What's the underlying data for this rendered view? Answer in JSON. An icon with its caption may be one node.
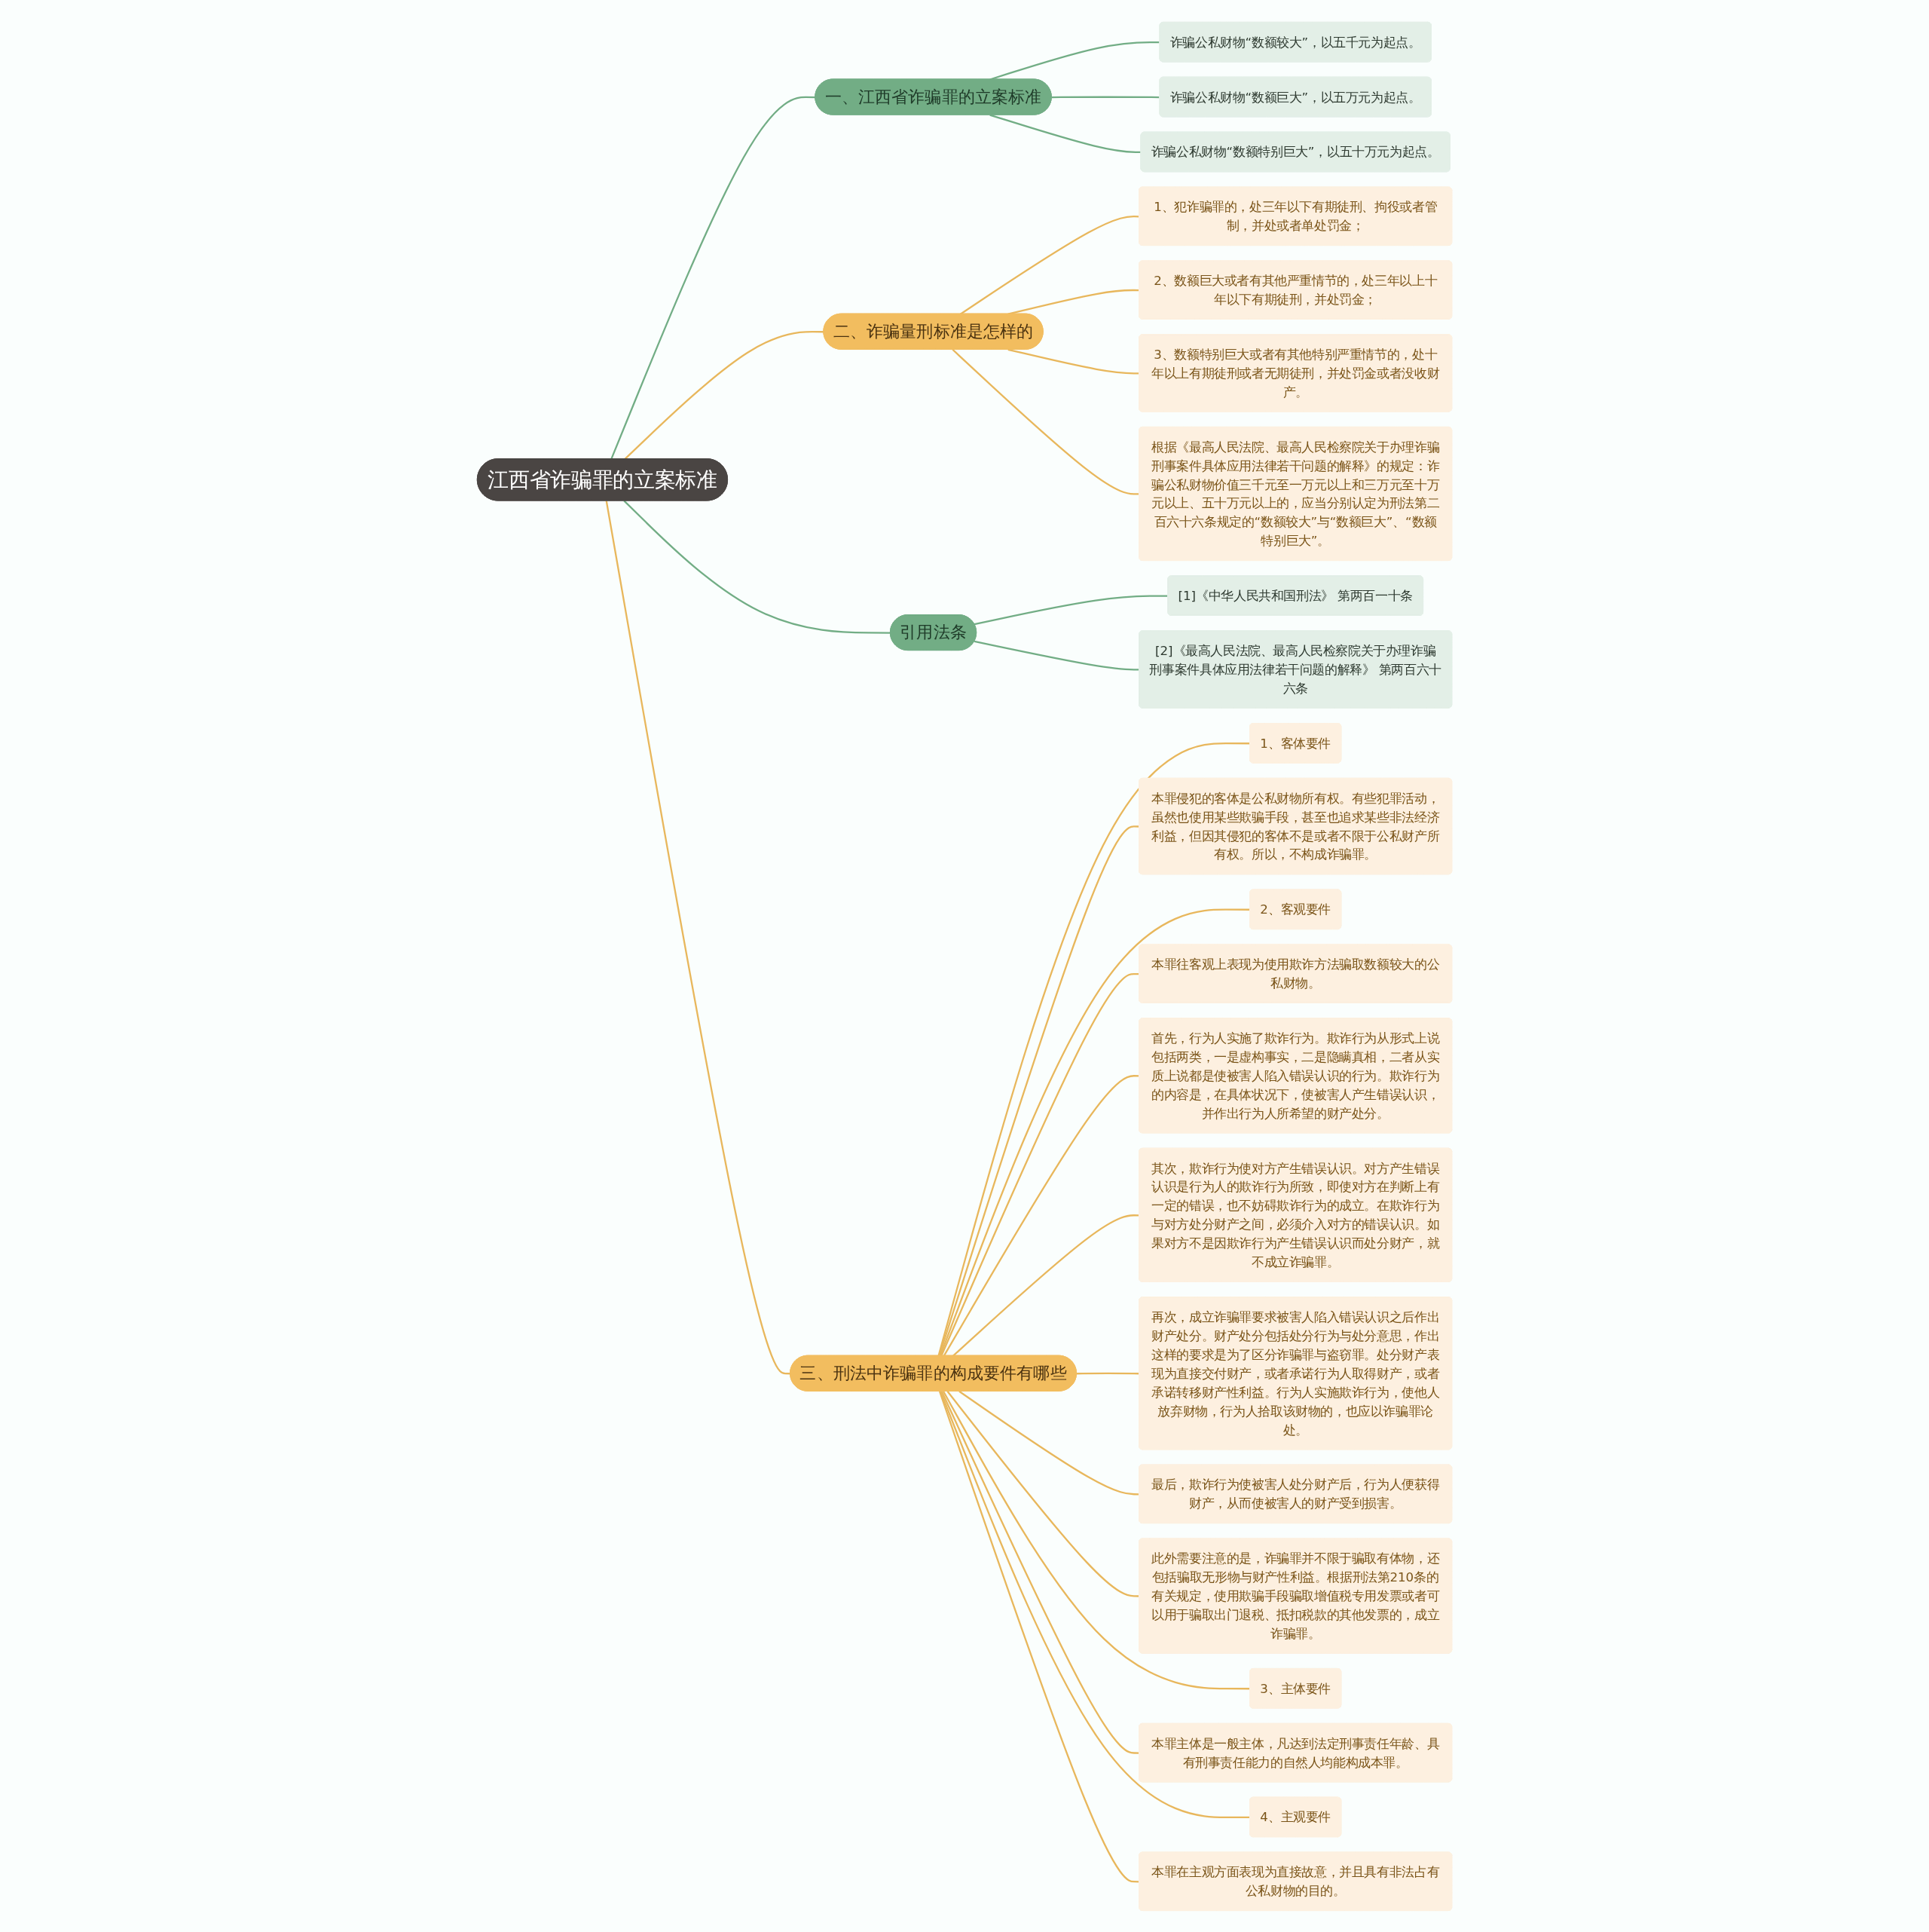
{
  "diagram": {
    "nodes": [
      {
        "text": [
          "江西省诈骗罪的立案标准"
        ]
      },
      {
        "text": [
          "一、江西省诈骗罪的立案标准"
        ]
      },
      {
        "text": [
          "诈骗公私财物“数额较大”，以五千元为起点。"
        ]
      },
      {
        "text": [
          "诈骗公私财物“数额巨大”，以五万元为起点。"
        ]
      },
      {
        "text": [
          "诈骗公私财物“数额特别巨大”，以五十万元为起点。"
        ]
      },
      {
        "text": [
          "二、诈骗量刑标准是怎样的"
        ]
      },
      {
        "text": [
          "1、犯诈骗罪的，处三年以下有期徒刑、拘役或者管制，并处或者单处罚金；"
        ]
      },
      {
        "text": [
          "2、数额巨大或者有其他严重情节的，处三年以上十年以下有期徒刑，并处罚金；"
        ]
      },
      {
        "text": [
          "3、数额特别巨大或者有其他特别严重情节的，处十年以上有期徒刑或者无期徒刑，并处罚金或者没收财产。"
        ]
      },
      {
        "text": [
          "根据《最高人民法院、最高人民检察院关于办理诈骗刑事案件具体应用法律若干问题的解释》的规定：诈骗公私财物价值三千元至一万元以上和三万元至十万元以上、五十万元以上的，应当分别认定为刑法第二百六十六条规定的“数额较大”与“数额巨大”、“数额特别巨大”。"
        ]
      },
      {
        "text": [
          "引用法条"
        ]
      },
      {
        "text": [
          "[1]《中华人民共和国刑法》 第两百一十条"
        ]
      },
      {
        "text": [
          "[2]《最高人民法院、最高人民检察院关于办理诈骗刑事案件具体应用法律若干问题的解释》 第两百六十六条"
        ]
      },
      {
        "text": [
          "三、刑法中诈骗罪的构成要件有哪些"
        ]
      },
      {
        "text": [
          "1、客体要件"
        ]
      },
      {
        "text": [
          "本罪侵犯的客体是公私财物所有权。有些犯罪活动，虽然也使用某些欺骗手段，甚至也追求某些非法经济利益，但因其侵犯的客体不是或者不限于公私财产所有权。所以，不构成诈骗罪。"
        ]
      },
      {
        "text": [
          "2、客观要件"
        ]
      },
      {
        "text": [
          "本罪往客观上表现为使用欺诈方法骗取数额较大的公私财物。"
        ]
      },
      {
        "text": [
          "首先，行为人实施了欺诈行为。欺诈行为从形式上说包括两类，一是虚构事实，二是隐瞒真相，二者从实质上说都是使被害人陷入错误认识的行为。欺诈行为的内容是，在具体状况下，使被害人产生错误认识，并作出行为人所希望的财产处分。"
        ]
      },
      {
        "text": [
          "其次，欺诈行为使对方产生错误认识。对方产生错误认识是行为人的欺诈行为所致，即使对方在判断上有一定的错误，也不妨碍欺诈行为的成立。在欺诈行为与对方处分财产之间，必须介入对方的错误认识。如果对方不是因欺诈行为产生错误认识而处分财产，就不成立诈骗罪。"
        ]
      },
      {
        "text": [
          "再次，成立诈骗罪要求被害人陷入错误认识之后作出财产处分。财产处分包括处分行为与处分意思，作出这样的要求是为了区分诈骗罪与盗窃罪。处分财产表现为直接交付财产，或者承诺行为人取得财产，或者承诺转移财产性利益。行为人实施欺诈行为，使他人放弃财物，行为人拾取该财物的，也应以诈骗罪论处。"
        ]
      },
      {
        "text": [
          "最后，欺诈行为使被害人处分财产后，行为人便获得财产，从而使被害人的财产受到损害。"
        ]
      },
      {
        "text": [
          "此外需要注意的是，诈骗罪并不限于骗取有体物，还包括骗取无形物与财产性利益。根据刑法第210条的有关规定，使用欺骗手段骗取增值税专用发票或者可以用于骗取出门退税、抵扣税款的其他发票的，成立诈骗罪。"
        ]
      },
      {
        "text": [
          "3、主体要件"
        ]
      },
      {
        "text": [
          "本罪主体是一般主体，凡达到法定刑事责任年龄、具有刑事责任能力的自然人均能构成本罪。"
        ]
      },
      {
        "text": [
          "4、主观要件"
        ]
      },
      {
        "text": [
          "本罪在主观方面表现为直接故意，并且具有非法占有公私财物的目的。"
        ]
      }
    ],
    "edges": [
      {
        "from": 0,
        "to": 1,
        "arrow": "none",
        "color": "#72ad85"
      },
      {
        "from": 1,
        "to": 2,
        "arrow": "none",
        "color": "#72ad85"
      },
      {
        "from": 1,
        "to": 3,
        "arrow": "none",
        "color": "#72ad85"
      },
      {
        "from": 1,
        "to": 4,
        "arrow": "none",
        "color": "#72ad85"
      },
      {
        "from": 0,
        "to": 5,
        "arrow": "none"
      },
      {
        "from": 5,
        "to": 6,
        "arrow": "none"
      },
      {
        "from": 5,
        "to": 7,
        "arrow": "none"
      },
      {
        "from": 5,
        "to": 8,
        "arrow": "none"
      },
      {
        "from": 5,
        "to": 9,
        "arrow": "none"
      },
      {
        "from": 0,
        "to": 10,
        "arrow": "none",
        "color": "#72ad85"
      },
      {
        "from": 10,
        "to": 11,
        "arrow": "none",
        "color": "#72ad85"
      },
      {
        "from": 10,
        "to": 12,
        "arrow": "none",
        "color": "#72ad85"
      },
      {
        "from": 0,
        "to": 13,
        "arrow": "none"
      },
      {
        "from": 13,
        "to": 14,
        "arrow": "none"
      },
      {
        "from": 13,
        "to": 15,
        "arrow": "none"
      },
      {
        "from": 13,
        "to": 16,
        "arrow": "none"
      },
      {
        "from": 13,
        "to": 17,
        "arrow": "none"
      },
      {
        "from": 13,
        "to": 18,
        "arrow": "none"
      },
      {
        "from": 13,
        "to": 19,
        "arrow": "none"
      },
      {
        "from": 13,
        "to": 20,
        "arrow": "none"
      },
      {
        "from": 13,
        "to": 21,
        "arrow": "none"
      },
      {
        "from": 13,
        "to": 22,
        "arrow": "none"
      },
      {
        "from": 13,
        "to": 23,
        "arrow": "none"
      },
      {
        "from": 13,
        "to": 24,
        "arrow": "none"
      },
      {
        "from": 13,
        "to": 25,
        "arrow": "none"
      },
      {
        "from": 13,
        "to": 26,
        "arrow": "none"
      }
    ]
  }
}
